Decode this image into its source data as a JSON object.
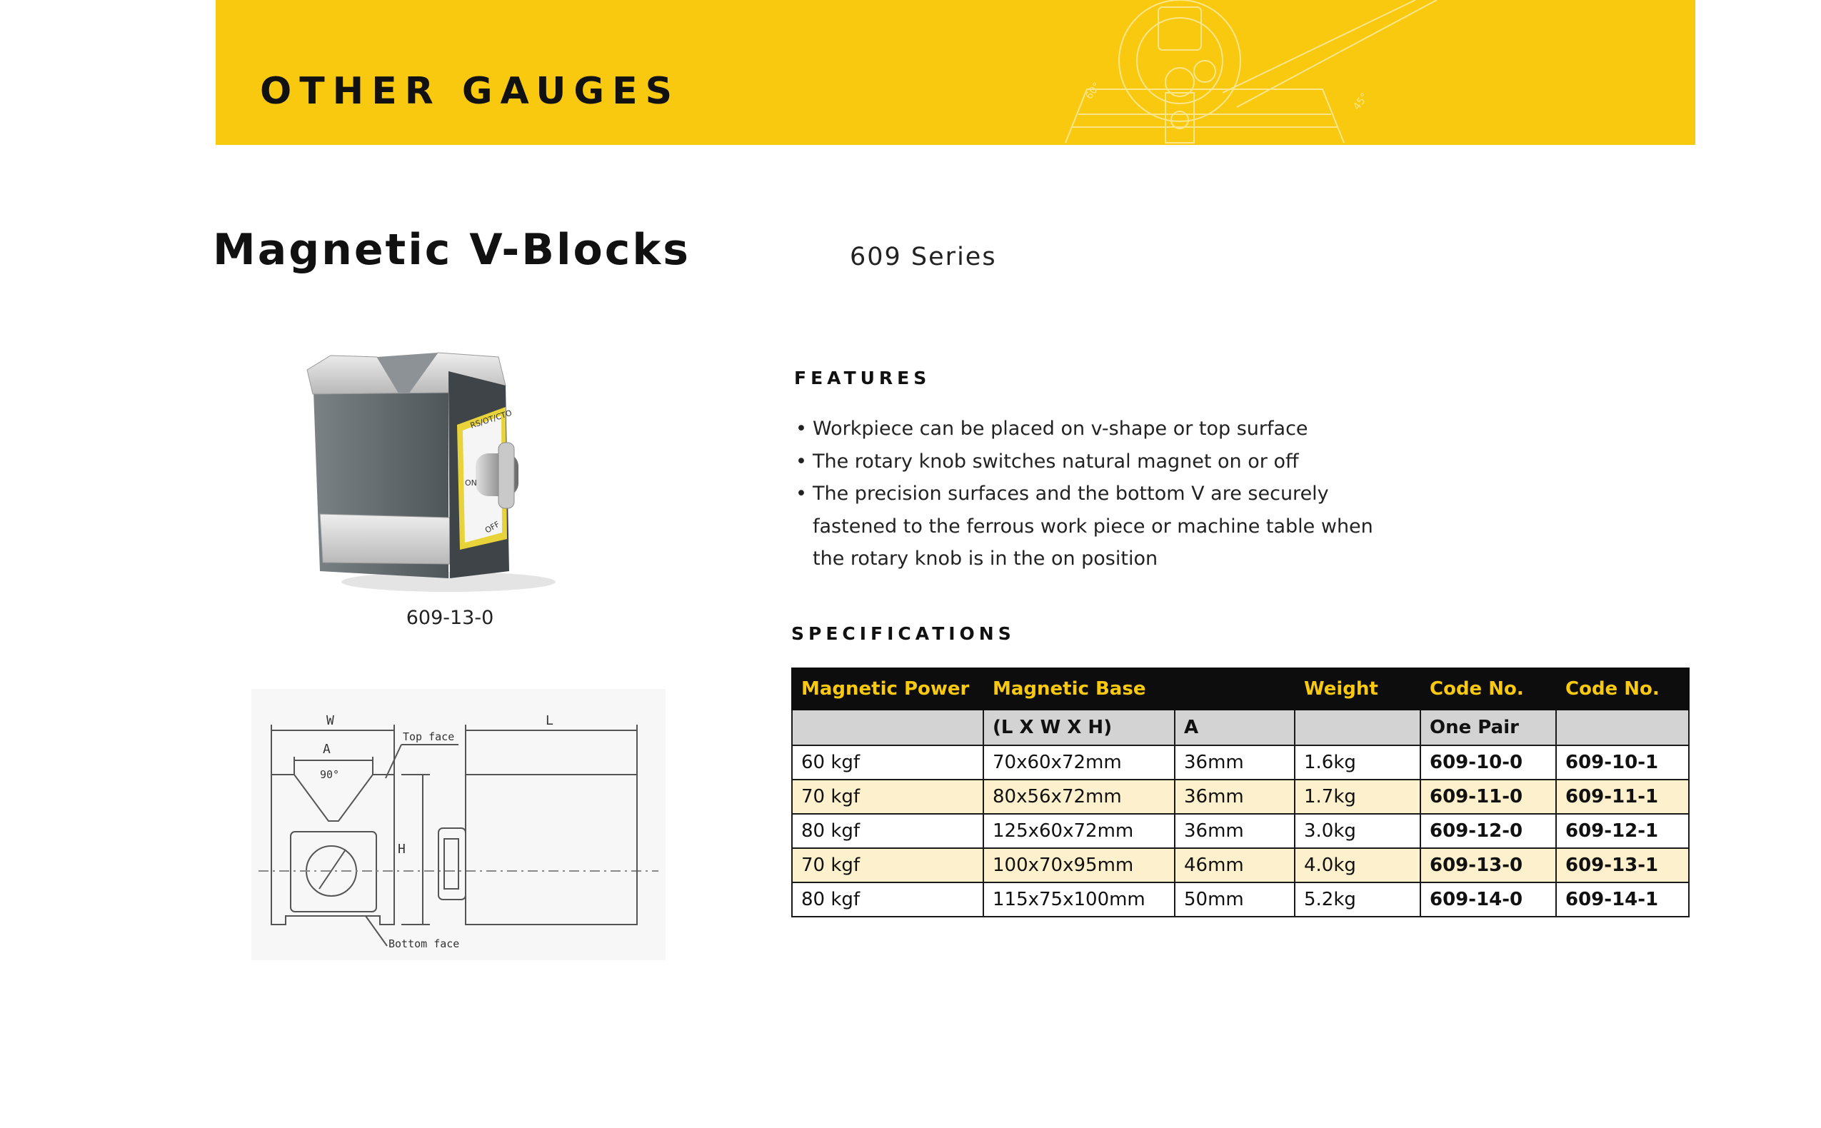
{
  "banner": {
    "title": "OTHER GAUGES",
    "color": "#f8c90f",
    "art_labels": [
      "60°",
      "45°"
    ]
  },
  "product": {
    "title": "Magnetic V-Blocks",
    "series": "609 Series",
    "photo_caption": "609-13-0",
    "photo_knob_labels": [
      "RS/OT/CTO",
      "ON",
      "OFF"
    ],
    "drawing_labels": {
      "w": "W",
      "l": "L",
      "a": "A",
      "angle": "90°",
      "h": "H",
      "top_face": "Top face",
      "bottom_face": "Bottom face"
    }
  },
  "features": {
    "heading": "FEATURES",
    "items": [
      "Workpiece can be placed on v-shape or top surface",
      "The rotary knob switches natural magnet on or off",
      "The precision surfaces and the bottom V are securely fastened to the ferrous work piece or machine table when the rotary knob is in the on position"
    ]
  },
  "specifications": {
    "heading": "SPECIFICATIONS",
    "header": [
      "Magnetic Power",
      "Magnetic Base",
      "",
      "Weight",
      "Code No.",
      "Code No."
    ],
    "subheader": [
      "",
      "(L X W X H)",
      "A",
      "",
      "One Pair",
      ""
    ],
    "rows": [
      [
        "60 kgf",
        "70x60x72mm",
        "36mm",
        "1.6kg",
        "609-10-0",
        "609-10-1"
      ],
      [
        "70 kgf",
        "80x56x72mm",
        "36mm",
        "1.7kg",
        "609-11-0",
        "609-11-1"
      ],
      [
        "80 kgf",
        "125x60x72mm",
        "36mm",
        "3.0kg",
        "609-12-0",
        "609-12-1"
      ],
      [
        "70 kgf",
        "100x70x95mm",
        "46mm",
        "4.0kg",
        "609-13-0",
        "609-13-1"
      ],
      [
        "80 kgf",
        "115x75x100mm",
        "50mm",
        "5.2kg",
        "609-14-0",
        "609-14-1"
      ]
    ],
    "colors": {
      "header_bg": "#0d0d0d",
      "header_text": "#f8c90f",
      "subheader_bg": "#d3d3d3",
      "alt_row_bg": "#fdf0cc"
    }
  }
}
